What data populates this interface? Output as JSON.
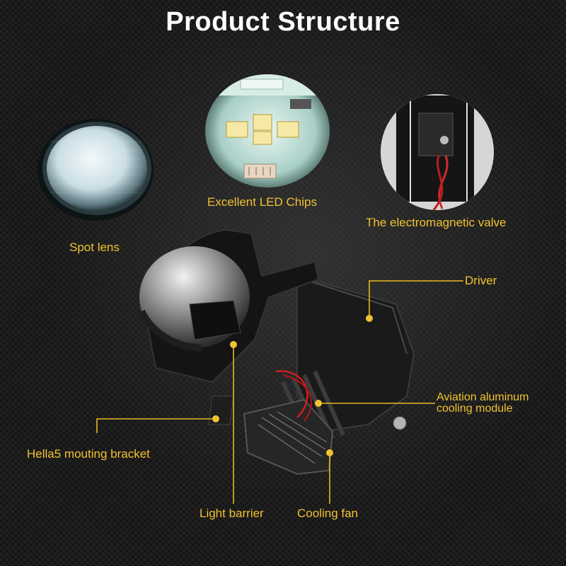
{
  "title": "Product Structure",
  "colors": {
    "label": "#f1c232",
    "leader_line": "#e8b820",
    "background": "#161616"
  },
  "insets": [
    {
      "name": "spot-lens",
      "label": "Spot lens"
    },
    {
      "name": "led-chips",
      "label": "Excellent LED Chips"
    },
    {
      "name": "electromagnetic-valve",
      "label": "The electromagnetic valve"
    }
  ],
  "callouts": {
    "driver": "Driver",
    "cooling_module_line1": "Aviation aluminum",
    "cooling_module_line2": "cooling module",
    "bracket": "Hella5 mouting bracket",
    "light_barrier": "Light barrier",
    "cooling_fan": "Cooling fan"
  }
}
